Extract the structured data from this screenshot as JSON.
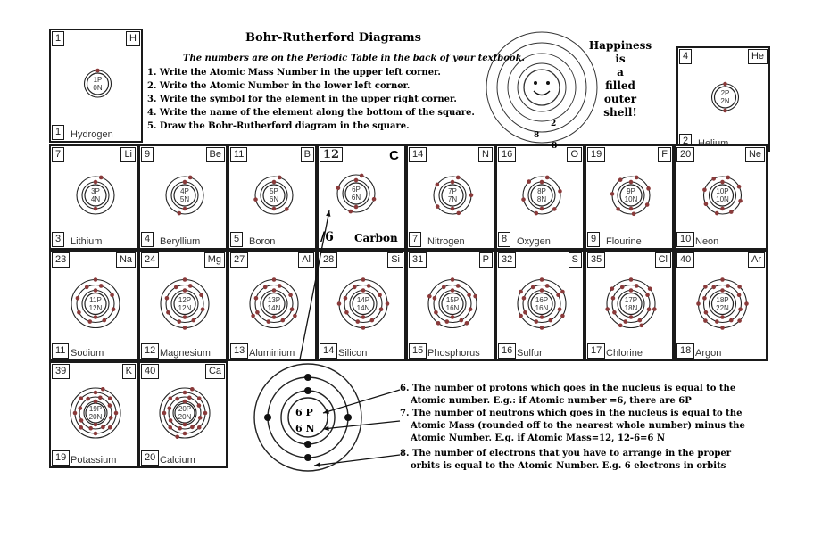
{
  "title": "Bohr-Rutherford Diagrams",
  "instructions_heading": "The numbers are on the Periodic Table in the back of your textbook.",
  "instructions": [
    "1. Write the Atomic Mass Number in the upper left corner.",
    "2. Write the Atomic Number in the lower left corner.",
    "3. Write the symbol for the element in the upper right corner.",
    "4. Write the name of the element along the bottom of the square.",
    "5. Draw the Bohr-Rutherford diagram in the square."
  ],
  "happiness": [
    "Happiness",
    "is",
    "a",
    "filled",
    "outer",
    "shell!"
  ],
  "happy_numbers": [
    "2",
    "8",
    "8"
  ],
  "carbon_example": {
    "mass": "12",
    "symbol": "C",
    "number": "6",
    "name": "Carbon",
    "p": "6P",
    "n": "6N"
  },
  "elements": [
    {
      "mass": "1",
      "symbol": "H",
      "number": "1",
      "name": "Hydrogen",
      "p": "1P",
      "n": "0N"
    },
    {
      "mass": "4",
      "symbol": "He",
      "number": "2",
      "name": "Helium",
      "p": "2P",
      "n": "2N"
    },
    {
      "mass": "7",
      "symbol": "Li",
      "number": "3",
      "name": "Lithium",
      "p": "3P",
      "n": "4N"
    },
    {
      "mass": "9",
      "symbol": "Be",
      "number": "4",
      "name": "Beryllium",
      "p": "4P",
      "n": "5N"
    },
    {
      "mass": "11",
      "symbol": "B",
      "number": "5",
      "name": "Boron",
      "p": "5P",
      "n": "6N"
    },
    {
      "mass": "14",
      "symbol": "N",
      "number": "7",
      "name": "Nitrogen",
      "p": "7P",
      "n": "7N"
    },
    {
      "mass": "16",
      "symbol": "O",
      "number": "8",
      "name": "Oxygen",
      "p": "8P",
      "n": "8N"
    },
    {
      "mass": "19",
      "symbol": "F",
      "number": "9",
      "name": "Flourine",
      "p": "9P",
      "n": "10N"
    },
    {
      "mass": "20",
      "symbol": "Ne",
      "number": "10",
      "name": "Neon",
      "p": "10P",
      "n": "10N"
    },
    {
      "mass": "23",
      "symbol": "Na",
      "number": "11",
      "name": "Sodium",
      "p": "11P",
      "n": "12N"
    },
    {
      "mass": "24",
      "symbol": "Mg",
      "number": "12",
      "name": "Magnesium",
      "p": "12P",
      "n": "12N"
    },
    {
      "mass": "27",
      "symbol": "Al",
      "number": "13",
      "name": "Aluminium",
      "p": "13P",
      "n": "14N"
    },
    {
      "mass": "28",
      "symbol": "Si",
      "number": "14",
      "name": "Silicon",
      "p": "14P",
      "n": "14N"
    },
    {
      "mass": "31",
      "symbol": "P",
      "number": "15",
      "name": "Phosphorus",
      "p": "15P",
      "n": "16N"
    },
    {
      "mass": "32",
      "symbol": "S",
      "number": "16",
      "name": "Sulfur",
      "p": "16P",
      "n": "16N"
    },
    {
      "mass": "35",
      "symbol": "Cl",
      "number": "17",
      "name": "Chlorine",
      "p": "17P",
      "n": "18N"
    },
    {
      "mass": "40",
      "symbol": "Ar",
      "number": "18",
      "name": "Argon",
      "p": "18P",
      "n": "22N"
    },
    {
      "mass": "39",
      "symbol": "K",
      "number": "19",
      "name": "Potassium",
      "p": "19P",
      "n": "20N"
    },
    {
      "mass": "40",
      "symbol": "Ca",
      "number": "20",
      "name": "Calcium",
      "p": "20P",
      "n": "20N"
    }
  ],
  "bottom_notes": [
    "6. The number of protons which goes in the nucleus is equal to the",
    "Atomic number. E.g.: if Atomic number =6, there are 6P",
    "7. The number of neutrons which goes in the nucleus is equal to the",
    "Atomic Mass (rounded off to the nearest whole number) minus the",
    "Atomic Number. E.g. if Atomic Mass=12, 12-6=6 N",
    "8. The number of electrons that you have to arrange in the proper",
    "orbits is equal to the Atomic Number. E.g. 6 electrons in orbits"
  ],
  "big_diagram": {
    "p": "6 P",
    "n": "6 N"
  }
}
